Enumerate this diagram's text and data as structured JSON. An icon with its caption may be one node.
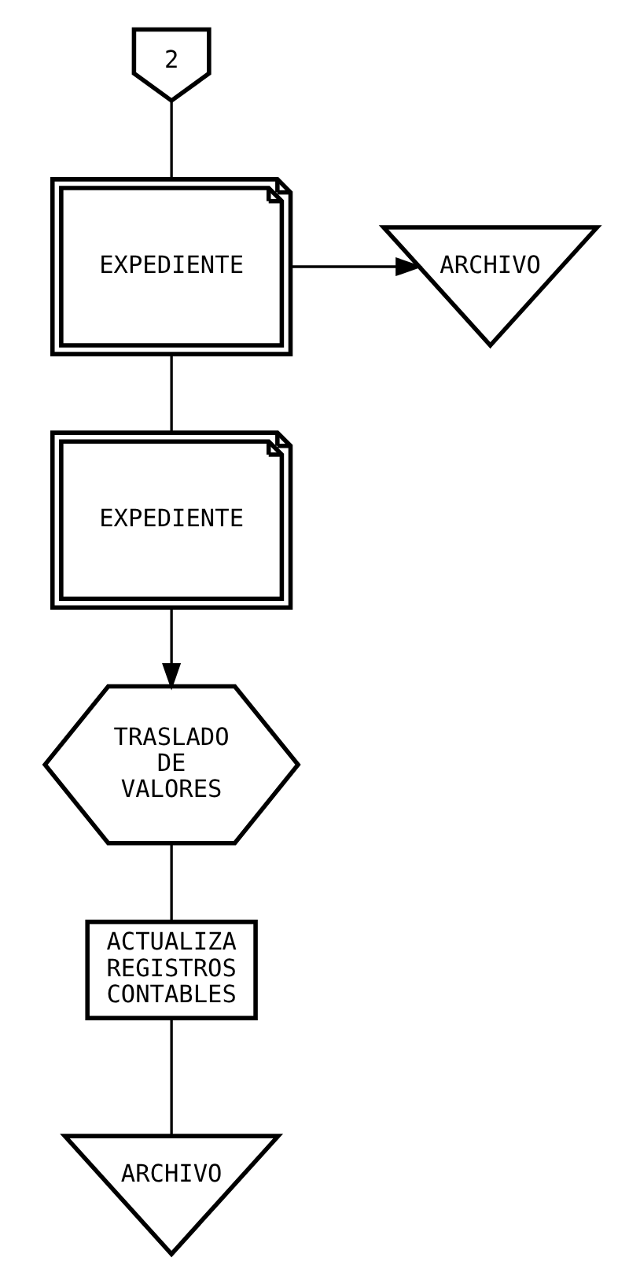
{
  "diagram": {
    "nodes": [
      {
        "text": [
          "2"
        ]
      },
      {
        "text": [
          "EXPEDIENTE"
        ]
      },
      {
        "text": [
          "ARCHIVO"
        ]
      },
      {
        "text": [
          "EXPEDIENTE"
        ]
      },
      {
        "text": [
          "TRASLADO DE VALORES"
        ]
      },
      {
        "text": [
          "ACTUALIZA REGISTROS CONTABLES"
        ]
      },
      {
        "text": [
          "ARCHIVO"
        ]
      }
    ],
    "edges": [
      {
        "from": 0,
        "to": 1,
        "arrow": "none"
      },
      {
        "from": 1,
        "to": 2,
        "arrow": "to"
      },
      {
        "from": 1,
        "to": 3,
        "arrow": "none"
      },
      {
        "from": 3,
        "to": 4,
        "arrow": "to"
      },
      {
        "from": 4,
        "to": 5,
        "arrow": "none"
      },
      {
        "from": 5,
        "to": 6,
        "arrow": "none"
      }
    ]
  }
}
